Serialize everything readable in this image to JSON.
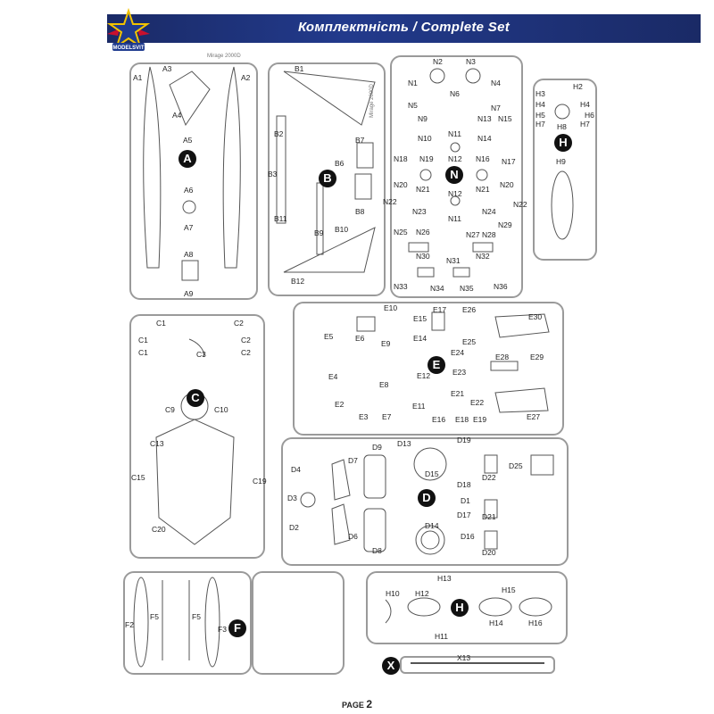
{
  "header": {
    "title": "Комплектність / Complete Set",
    "logo_icon": "star-wings-logo",
    "logo_text": "MODELSVIT"
  },
  "footer": {
    "label": "PAGE",
    "number": "2"
  },
  "sprues": {
    "A": {
      "badge": "A",
      "stamp": "Mirage 2000D",
      "labels": [
        "A1",
        "A3",
        "A2",
        "A4",
        "A5",
        "A6",
        "A7",
        "A8",
        "A9"
      ]
    },
    "B": {
      "badge": "B",
      "stamp": "Mirage 2000D",
      "labels": [
        "B1",
        "B2",
        "B7",
        "B3",
        "B6",
        "B11",
        "B8",
        "B9",
        "B10",
        "B12"
      ]
    },
    "N": {
      "badge": "N",
      "labels": [
        "N2",
        "N3",
        "N1",
        "N4",
        "N6",
        "N5",
        "N7",
        "N9",
        "N13",
        "N15",
        "N10",
        "N14",
        "N11",
        "N18",
        "N19",
        "N12",
        "N16",
        "N17",
        "N20",
        "N21",
        "N20",
        "N21",
        "N22",
        "N12",
        "N22",
        "N23",
        "N24",
        "N11",
        "N29",
        "N25",
        "N26",
        "N27",
        "N28",
        "N30",
        "N31",
        "N32",
        "N33",
        "N34",
        "N35",
        "N36"
      ]
    },
    "H_small": {
      "badge": "H",
      "labels": [
        "H3",
        "H2",
        "H4",
        "H4",
        "H5",
        "H6",
        "H7",
        "H8",
        "H7",
        "H9"
      ]
    },
    "C": {
      "badge": "C",
      "labels": [
        "C1",
        "C2",
        "C1",
        "C2",
        "C1",
        "C2",
        "C3",
        "C9",
        "C10",
        "C13",
        "C15",
        "C19",
        "C20"
      ]
    },
    "E": {
      "badge": "E",
      "labels": [
        "E10",
        "E15",
        "E17",
        "E26",
        "E30",
        "E5",
        "E6",
        "E14",
        "E25",
        "E9",
        "E24",
        "E28",
        "E29",
        "E4",
        "E12",
        "E23",
        "E8",
        "E21",
        "E2",
        "E11",
        "E22",
        "E3",
        "E7",
        "E16",
        "E18",
        "E19",
        "E27"
      ]
    },
    "D": {
      "badge": "D",
      "labels": [
        "D9",
        "D13",
        "D19",
        "D4",
        "D7",
        "D25",
        "D15",
        "D22",
        "D3",
        "D18",
        "D1",
        "D17",
        "D2",
        "D6",
        "D14",
        "D21",
        "D8",
        "D16",
        "D20"
      ]
    },
    "F": {
      "badge": "F",
      "labels": [
        "F2",
        "F5",
        "F5",
        "F3"
      ]
    },
    "H": {
      "badge": "H",
      "labels": [
        "H13",
        "H10",
        "H12",
        "H15",
        "H11",
        "H14",
        "H16"
      ]
    },
    "X": {
      "badge": "X",
      "labels": [
        "X13"
      ]
    }
  }
}
